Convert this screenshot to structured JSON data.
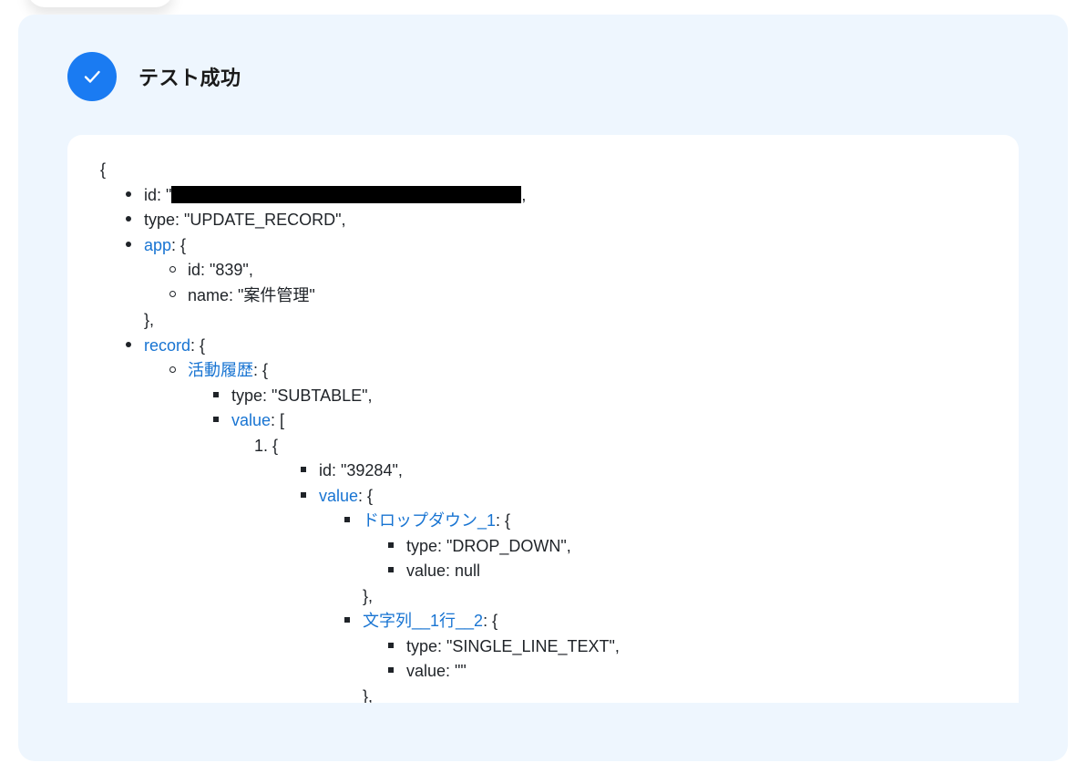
{
  "header": {
    "title": "テスト成功",
    "icon": "check-icon",
    "accent_color": "#1a7bf2"
  },
  "tree": {
    "open_brace": "{",
    "id_key": "id",
    "id_prefix": ": \"",
    "id_suffix": ",",
    "type_line": "type: \"UPDATE_RECORD\",",
    "app_key": "app",
    "app_open": ": {",
    "app_id_line": "id: \"839\",",
    "app_name_line": "name: \"案件管理\"",
    "app_close": "},",
    "record_key": "record",
    "record_open": ": {",
    "activity_key": "活動履歴",
    "activity_open": ": {",
    "subtable_type_line": "type: \"SUBTABLE\",",
    "value_key": "value",
    "value_open": ": [",
    "item_number": "1.",
    "item_open": "{",
    "row_id_line": "id: \"39284\",",
    "row_value_key": "value",
    "row_value_open": ": {",
    "dropdown_key": "ドロップダウン_1",
    "dropdown_open": ": {",
    "dropdown_type_line": "type: \"DROP_DOWN\",",
    "dropdown_value_line": "value: null",
    "dropdown_close": "},",
    "text_key": "文字列__1行__2",
    "text_open": ": {",
    "text_type_line": "type: \"SINGLE_LINE_TEXT\",",
    "text_value_line": "value: \"\"",
    "text_close": "},"
  }
}
